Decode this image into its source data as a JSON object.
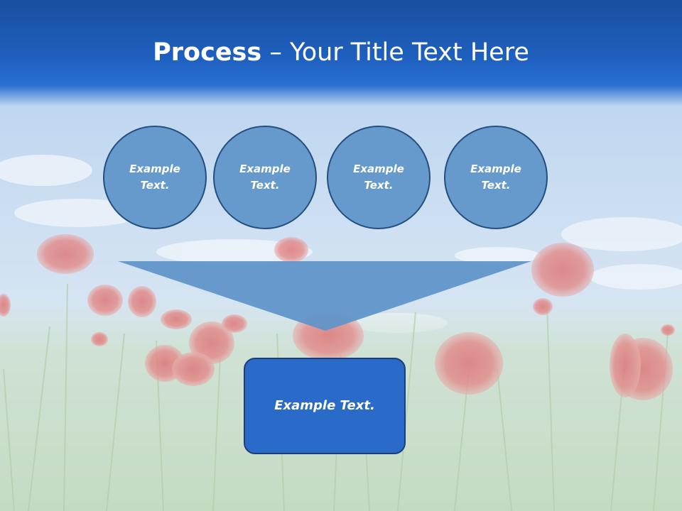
{
  "title": {
    "strong": "Process",
    "rest": " – Your Title Text Here"
  },
  "steps": [
    {
      "label": "Example Text."
    },
    {
      "label": "Example Text."
    },
    {
      "label": "Example Text."
    },
    {
      "label": "Example Text."
    }
  ],
  "result": {
    "label": "Example Text."
  },
  "colors": {
    "header": "#1e60bf",
    "circle_fill": "#6699cc",
    "circle_border": "#244f80",
    "funnel": "#5f93c9",
    "box_fill": "#2a6ac8",
    "box_border": "#1c3f78"
  }
}
